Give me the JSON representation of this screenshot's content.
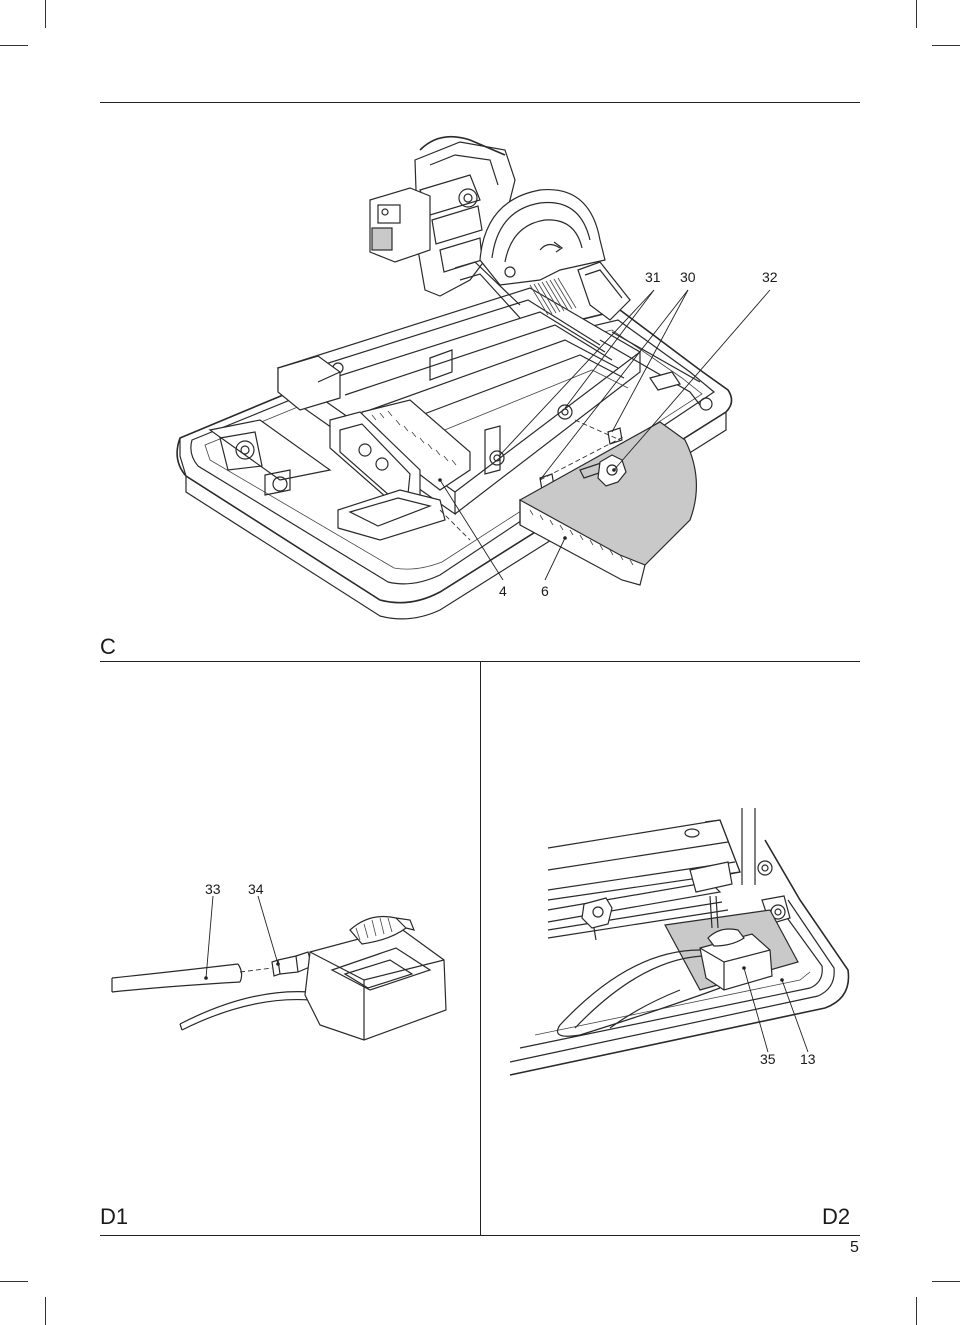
{
  "figures": {
    "c": {
      "label": "C",
      "callouts": [
        "31",
        "30",
        "32",
        "4",
        "6"
      ]
    },
    "d1": {
      "label": "D1",
      "callouts": [
        "33",
        "34"
      ]
    },
    "d2": {
      "label": "D2",
      "callouts": [
        "35",
        "13"
      ]
    }
  },
  "page_number": "5"
}
